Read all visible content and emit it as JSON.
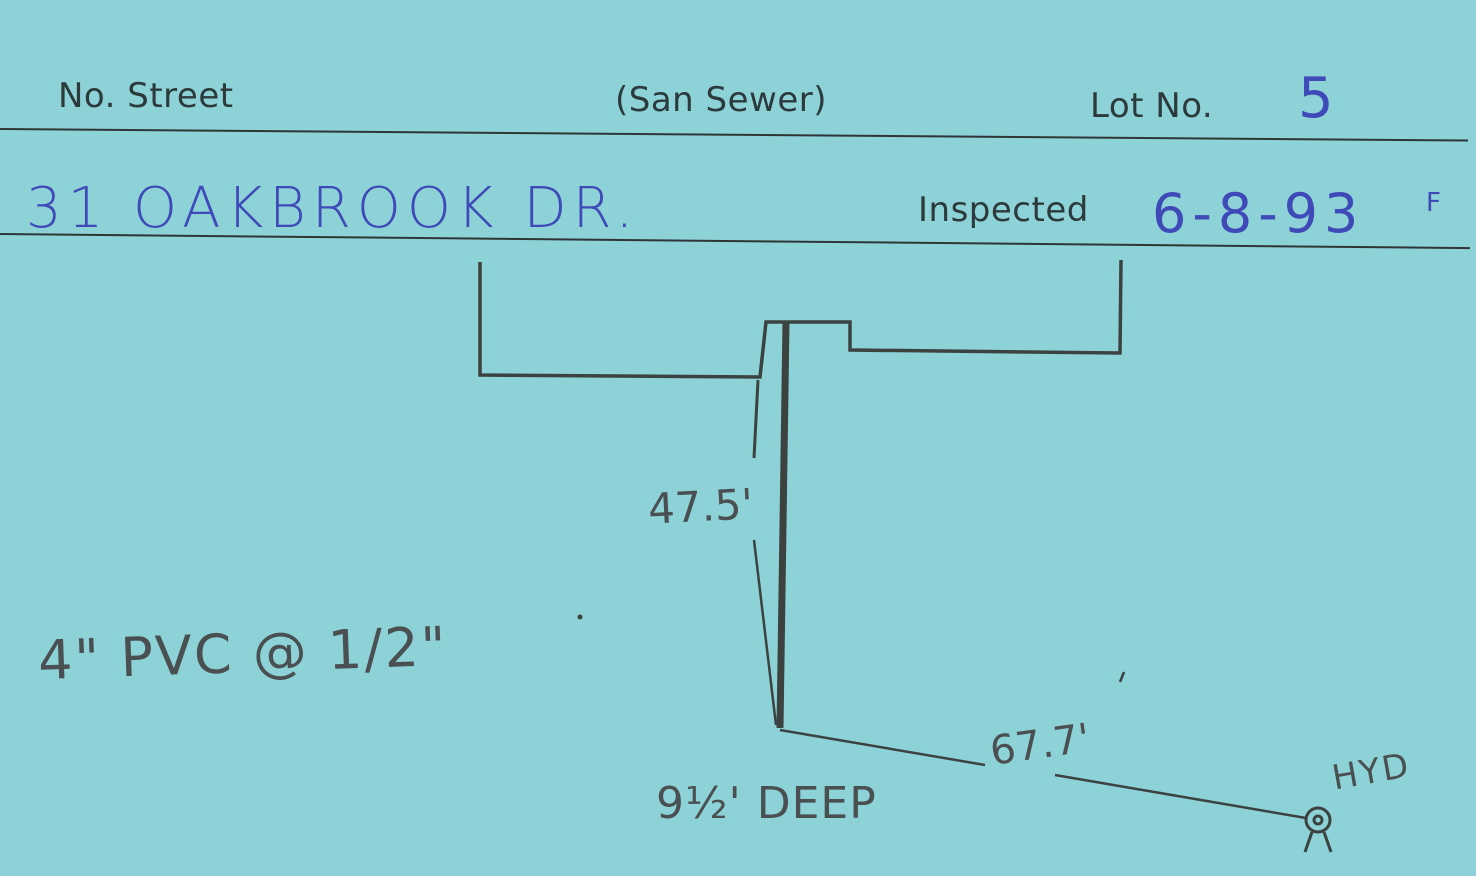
{
  "header": {
    "street_label": "No. Street",
    "type_label": "(San Sewer)",
    "lot_label": "Lot No.",
    "lot_value": "5"
  },
  "record": {
    "address": "31 OAKBROOK DR.",
    "inspected_label": "Inspected",
    "inspected_date": "6-8-93",
    "inspected_suffix": "F"
  },
  "sketch": {
    "pipe_length_label": "47.5'",
    "pipe_spec": "4\" PVC @ 1/2\"",
    "depth_label": "9½' DEEP",
    "hydrant_distance_label": "67.7'",
    "hydrant_label": "HYD"
  },
  "colors": {
    "card": "#8dd2d7",
    "ink_blue": "#3f49b8",
    "pencil": "#4a5052"
  }
}
